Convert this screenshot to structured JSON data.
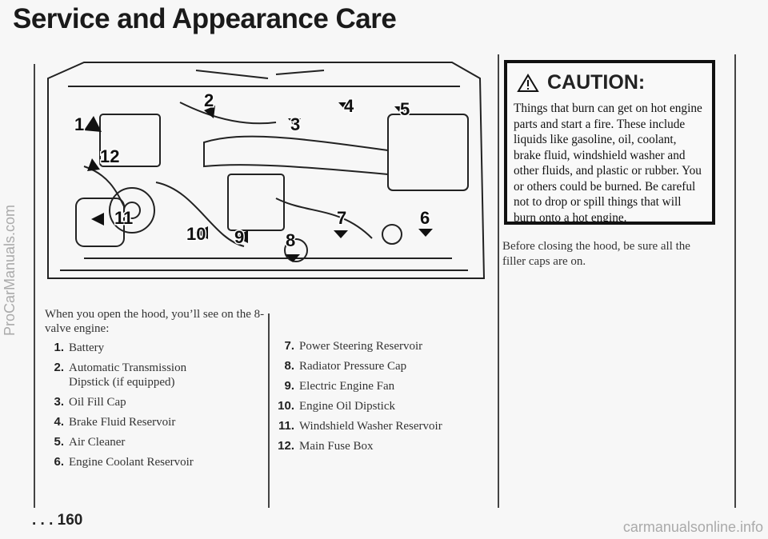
{
  "title": "Service and Appearance Care",
  "illustration": {
    "callouts": [
      "1",
      "2",
      "3",
      "4",
      "5",
      "6",
      "7",
      "8",
      "9",
      "10",
      "11",
      "12"
    ]
  },
  "caution": {
    "heading": "CAUTION:",
    "icon": "warning-triangle-icon",
    "body": "Things that burn can get on hot engine parts and start a fire. These include liquids like gasoline, oil, coolant, brake fluid, windshield washer and other fluids, and plastic or rubber. You or others could be burned. Be careful not to drop or spill things that will burn onto a hot engine."
  },
  "after_caution": "Before closing the hood, be sure all the filler caps are on.",
  "intro": "When you open the hood, you’ll see on the 8-valve engine:",
  "items_left": [
    {
      "num": "1.",
      "label": "Battery"
    },
    {
      "num": "2.",
      "label": "Automatic Transmission Dipstick (if equipped)"
    },
    {
      "num": "3.",
      "label": "Oil Fill Cap"
    },
    {
      "num": "4.",
      "label": "Brake Fluid Reservoir"
    },
    {
      "num": "5.",
      "label": "Air Cleaner"
    },
    {
      "num": "6.",
      "label": "Engine Coolant Reservoir"
    }
  ],
  "items_right": [
    {
      "num": "7.",
      "label": "Power Steering Reservoir"
    },
    {
      "num": "8.",
      "label": "Radiator Pressure Cap"
    },
    {
      "num": "9.",
      "label": "Electric Engine Fan"
    },
    {
      "num": "10.",
      "label": "Engine Oil Dipstick"
    },
    {
      "num": "11.",
      "label": "Windshield Washer Reservoir"
    },
    {
      "num": "12.",
      "label": "Main Fuse Box"
    }
  ],
  "page_number": ". . . 160",
  "watermarks": {
    "left": "ProCarManuals.com",
    "right": "carmanualsonline.info"
  }
}
